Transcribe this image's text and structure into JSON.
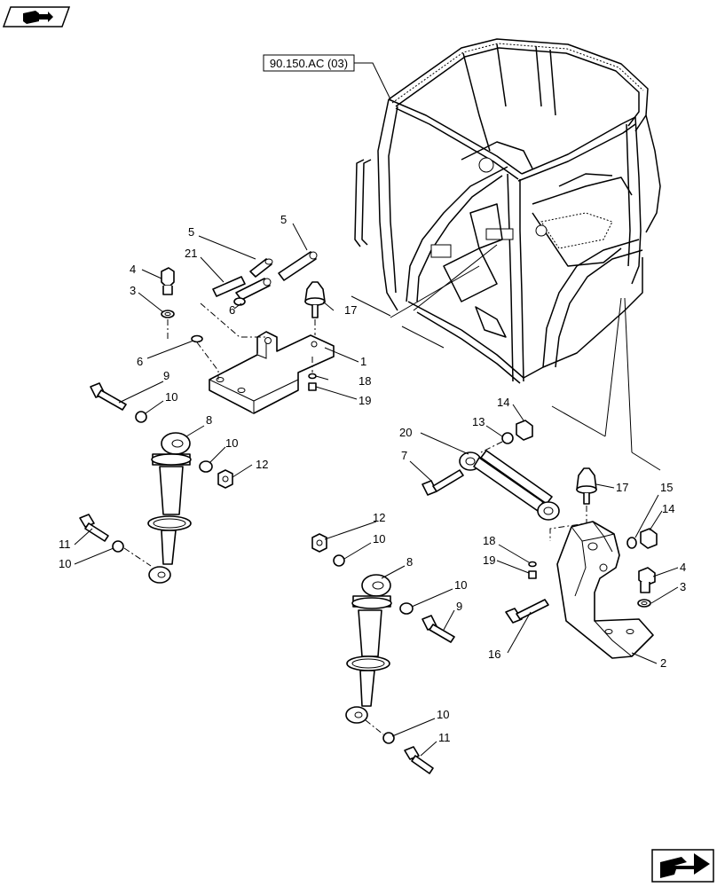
{
  "reference_label": "90.150.AC (03)",
  "callouts": [
    "5",
    "5",
    "21",
    "4",
    "3",
    "6",
    "17",
    "6",
    "1",
    "18",
    "19",
    "9",
    "10",
    "8",
    "10",
    "12",
    "11",
    "10",
    "14",
    "13",
    "20",
    "7",
    "17",
    "15",
    "14",
    "12",
    "10",
    "18",
    "19",
    "8",
    "10",
    "9",
    "4",
    "3",
    "16",
    "2",
    "10",
    "11"
  ],
  "icons": {
    "top_left": "section-book-arrow-icon",
    "bottom_right": "next-page-arrow-icon"
  }
}
